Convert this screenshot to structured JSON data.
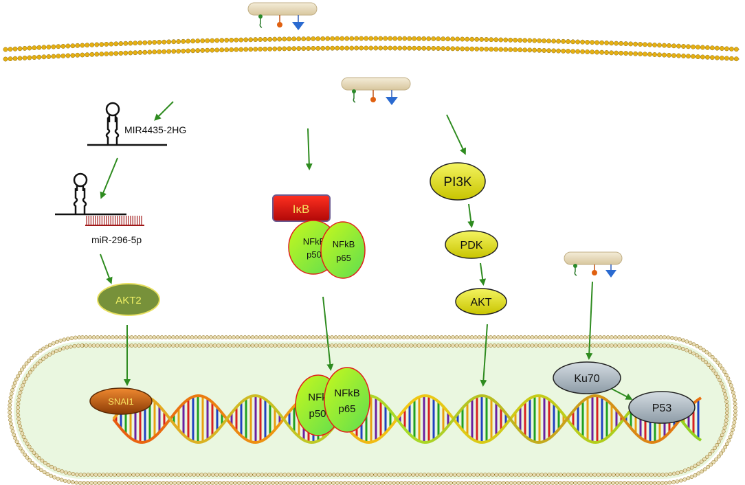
{
  "labels": {
    "lncrna": "MIR4435-2HG",
    "mirna": "miR-296-5p",
    "akt2": "AKT2",
    "snai1": "SNAI1",
    "ikb": "IκB",
    "nfkb_p50_line1": "NFkB",
    "nfkb_p50_line2": "p50",
    "nfkb_p65_line1": "NFkB",
    "nfkb_p65_line2": "p65",
    "nuc_p50_line1": "NFk",
    "nuc_p50_line2": "p50",
    "nuc_p65_line1": "NFkB",
    "nuc_p65_line2": "p65",
    "pi3k": "PI3K",
    "pdk": "PDK",
    "akt": "AKT",
    "ku70": "Ku70",
    "p53": "P53"
  },
  "colors": {
    "arrow": "#2e8b1f",
    "membrane_head": "#e6b012",
    "nucleus_fill": "#eaf7e0",
    "nucleus_head": "#e8dcb4",
    "nfkb_fill": "#9ef03c",
    "nfkb_stroke": "#e0201a",
    "ikb_fill": "#d01010",
    "pi3k_fill": "#e4e404",
    "akt2_fill": "#77913a",
    "snai1_fill": "#d06010",
    "grey_fill": "#a8b4be"
  }
}
